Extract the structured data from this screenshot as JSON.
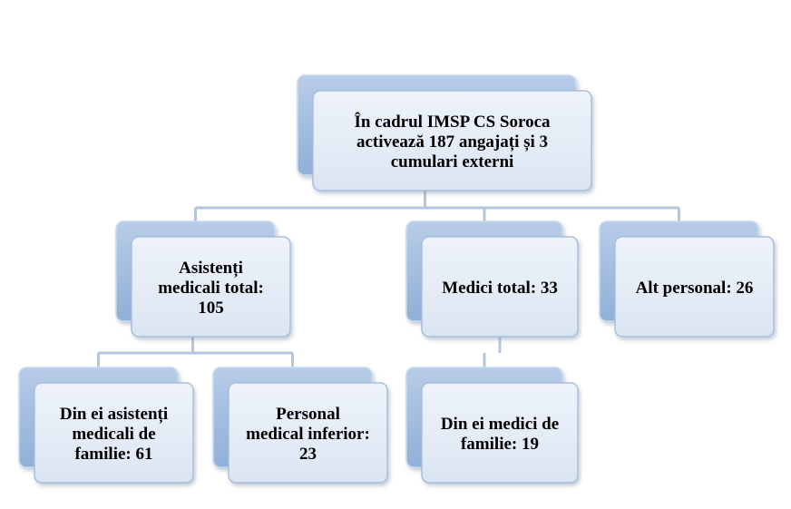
{
  "chart_data": {
    "type": "org-chart",
    "root": {
      "id": "root",
      "lines": [
        "În cadrul IMSP CS Soroca",
        "activează 187 angajați și 3",
        "cumulari externi"
      ]
    },
    "nodes": [
      {
        "id": "asistenti",
        "parent": "root",
        "lines": [
          "Asistenți",
          "medicali total:",
          "105"
        ]
      },
      {
        "id": "medici",
        "parent": "root",
        "lines": [
          "Medici total: 33"
        ]
      },
      {
        "id": "alt",
        "parent": "root",
        "lines": [
          "Alt personal: 26"
        ]
      },
      {
        "id": "asistenti-familie",
        "parent": "asistenti",
        "lines": [
          "Din ei asistenți",
          "medicali de",
          "familie: 61"
        ]
      },
      {
        "id": "personal-inferior",
        "parent": "asistenti",
        "lines": [
          "Personal",
          "medical inferior:",
          "23"
        ]
      },
      {
        "id": "medici-familie",
        "parent": "medici",
        "lines": [
          "Din ei medici de",
          "familie: 19"
        ]
      }
    ]
  },
  "colors": {
    "box_fill_top": "#eef3fa",
    "box_fill_bottom": "#dbe5f2",
    "box_stroke": "#a9bfdc",
    "back_fill": "#8fb0d8",
    "back_stroke": "#c9d9ee",
    "connector": "#b4c6df"
  }
}
